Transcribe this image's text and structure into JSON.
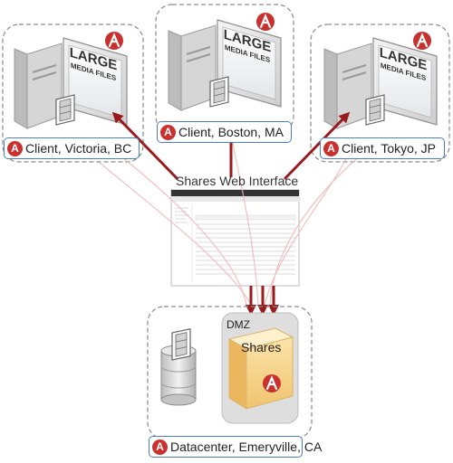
{
  "clients": [
    {
      "label": "Client, Victoria, BC",
      "screen_text": [
        "LARGE",
        "MEDIA FILES"
      ]
    },
    {
      "label": "Client, Boston, MA",
      "screen_text": [
        "LARGE",
        "MEDIA FILES"
      ]
    },
    {
      "label": "Client, Tokyo, JP",
      "screen_text": [
        "LARGE",
        "MEDIA FILES"
      ]
    }
  ],
  "web_interface": {
    "title": "Shares Web Interface"
  },
  "dmz": {
    "label": "DMZ",
    "server_label": "Shares"
  },
  "datacenter": {
    "label": "Datacenter, Emeryville, CA"
  },
  "colors": {
    "arrow": "#9a1b1e",
    "label_border": "#4a7fc0",
    "logo": "#c8312e",
    "dmz_bg": "#dedede",
    "box_gold": "#f2cf86"
  }
}
